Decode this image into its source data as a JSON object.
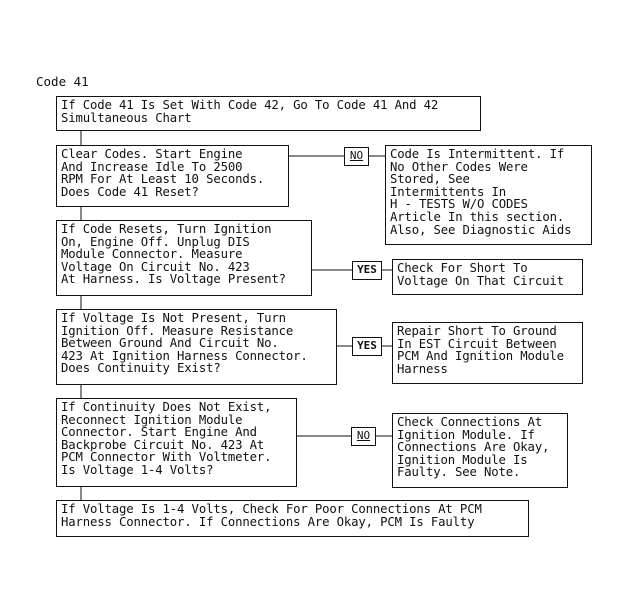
{
  "title": "Code 41",
  "steps": [
    {
      "text": "If Code 41 Is Set With Code 42, Go To Code 41 And 42\nSimultaneous Chart"
    },
    {
      "text": "Clear Codes. Start Engine\nAnd Increase Idle To 2500\nRPM For At Least 10 Seconds.\nDoes Code 41 Reset?"
    },
    {
      "text": "If Code Resets, Turn Ignition\nOn, Engine Off. Unplug DIS\nModule Connector. Measure\nVoltage On Circuit No. 423\nAt Harness. Is Voltage Present?"
    },
    {
      "text": "If Voltage Is Not Present, Turn\nIgnition Off. Measure Resistance\nBetween Ground And Circuit No.\n423 At Ignition Harness Connector.\nDoes Continuity Exist?"
    },
    {
      "text": "If Continuity Does Not Exist,\nReconnect Ignition Module\nConnector. Start Engine And\nBackprobe Circuit No. 423 At\nPCM Connector With Voltmeter.\nIs Voltage 1-4 Volts?"
    },
    {
      "text": "If Voltage Is 1-4 Volts, Check For Poor Connections At PCM\nHarness Connector. If Connections Are Okay, PCM Is Faulty"
    }
  ],
  "branches": [
    {
      "label": "NO",
      "text": "Code Is Intermittent. If\nNo Other Codes Were\nStored, See\nIntermittents In\nH - TESTS W/O CODES\nArticle In this section.\nAlso, See Diagnostic Aids"
    },
    {
      "label": "YES",
      "text": "Check For Short To\nVoltage On That Circuit"
    },
    {
      "label": "YES",
      "text": "Repair Short To Ground\nIn EST Circuit Between\nPCM And Ignition Module\nHarness"
    },
    {
      "label": "NO",
      "text": "Check Connections At\nIgnition Module. If\nConnections Are Okay,\nIgnition Module Is\nFaulty. See Note."
    }
  ]
}
